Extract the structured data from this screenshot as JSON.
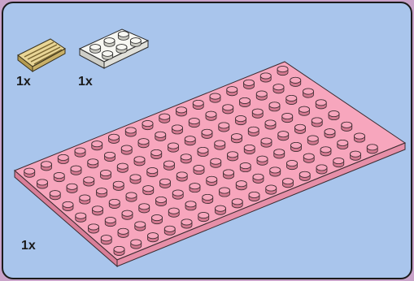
{
  "callout": {
    "parts": [
      {
        "name": "tan-grille-tile-1x4",
        "quantity": "1x",
        "color": "#d9c17b"
      },
      {
        "name": "white-plate-2x3",
        "quantity": "1x",
        "color": "#f2f2ec"
      },
      {
        "name": "pink-plate-8x16",
        "quantity": "1x",
        "color": "#f29ab3"
      }
    ]
  }
}
